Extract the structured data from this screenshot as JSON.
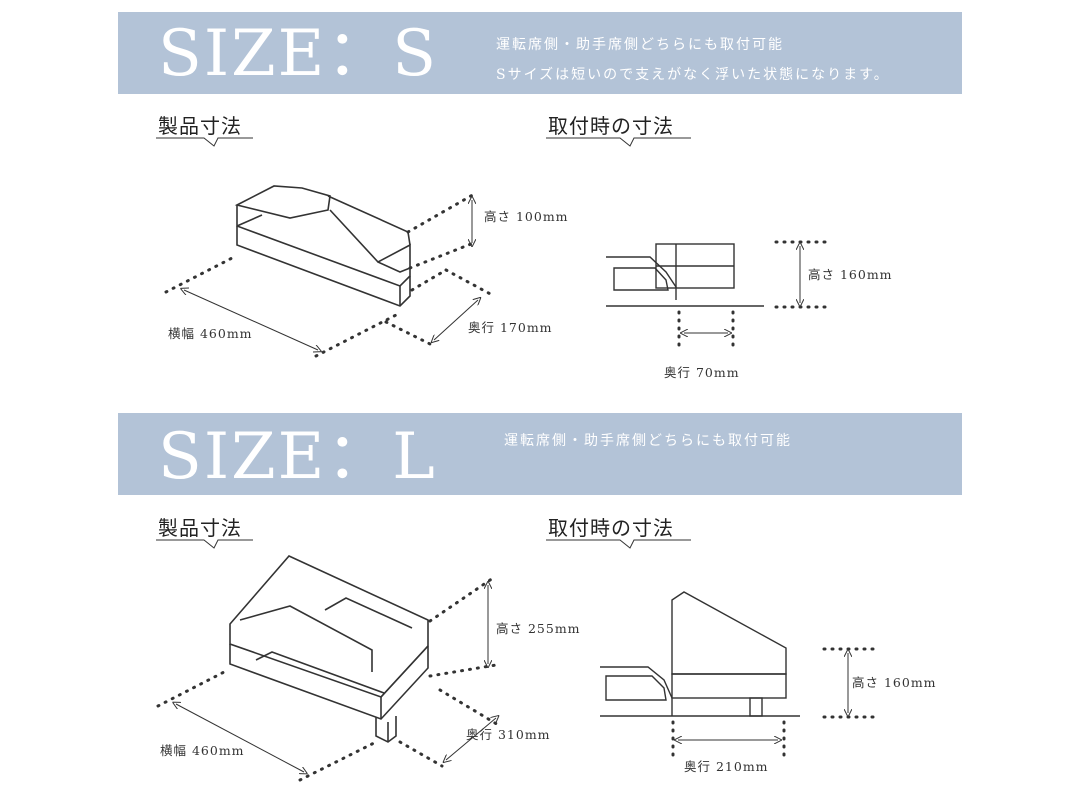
{
  "size_s": {
    "title": "SIZE：S",
    "note_line1": "運転席側・助手席側どちらにも取付可能",
    "note_line2": "Sサイズは短いので支えがなく浮いた状態になります。",
    "product_heading": "製品寸法",
    "installed_heading": "取付時の寸法",
    "product_dims": {
      "height": "高さ 100mm",
      "width": "横幅 460mm",
      "depth": "奥行 170mm"
    },
    "installed_dims": {
      "height": "高さ 160mm",
      "depth": "奥行 70mm"
    }
  },
  "size_l": {
    "title": "SIZE：L",
    "note_line1": "運転席側・助手席側どちらにも取付可能",
    "product_heading": "製品寸法",
    "installed_heading": "取付時の寸法",
    "product_dims": {
      "height": "高さ 255mm",
      "width": "横幅 460mm",
      "depth": "奥行 310mm"
    },
    "installed_dims": {
      "height": "高さ 160mm",
      "depth": "奥行 210mm"
    }
  }
}
